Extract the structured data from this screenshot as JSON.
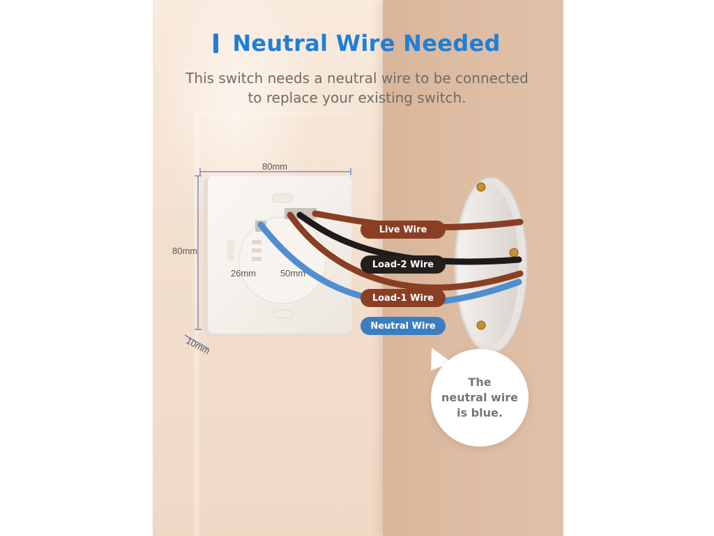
{
  "header": {
    "title": "Neutral Wire Needed",
    "subtitle_line1": "This switch needs a neutral wire to be connected",
    "subtitle_line2": "to replace your existing switch."
  },
  "dimensions": {
    "width": "80mm",
    "height": "80mm",
    "depth": "10mm",
    "inner_small": "26mm",
    "inner_large": "50mm"
  },
  "wires": {
    "live": "Live Wire",
    "load2": "Load-2 Wire",
    "load1": "Load-1 Wire",
    "neutral": "Neutral Wire"
  },
  "callout": {
    "line1": "The",
    "line2": "neutral wire",
    "line3": "is blue."
  },
  "colors": {
    "accent_blue": "#1f7fd8",
    "live_brown": "#8a3f24",
    "load2_black": "#221f1d",
    "neutral_blue": "#3b7ec0",
    "subtitle_gray": "#6f6b68"
  }
}
